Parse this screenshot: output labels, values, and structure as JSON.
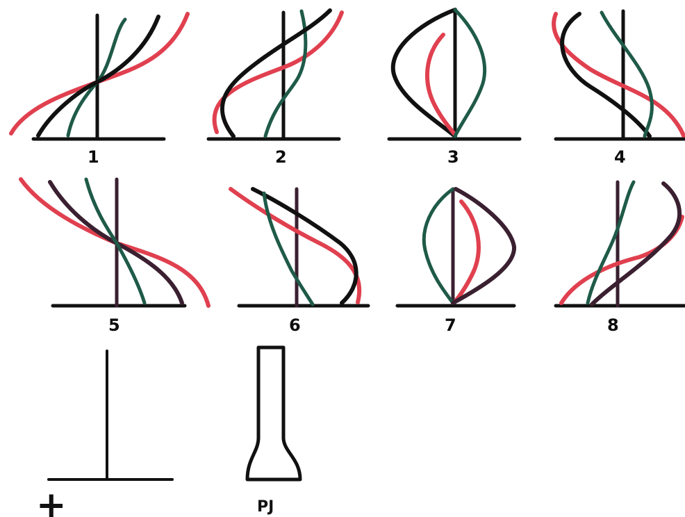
{
  "colors": {
    "ink": "#111111",
    "red": "#e0404f",
    "green": "#1f5a48",
    "purple": "#3a2030"
  },
  "panels": [
    {
      "label": "1"
    },
    {
      "label": "2"
    },
    {
      "label": "3"
    },
    {
      "label": "4"
    },
    {
      "label": "5"
    },
    {
      "label": "6"
    },
    {
      "label": "7"
    },
    {
      "label": "8"
    }
  ],
  "legend": {
    "cross_label": "+",
    "pj_label": "PJ"
  }
}
